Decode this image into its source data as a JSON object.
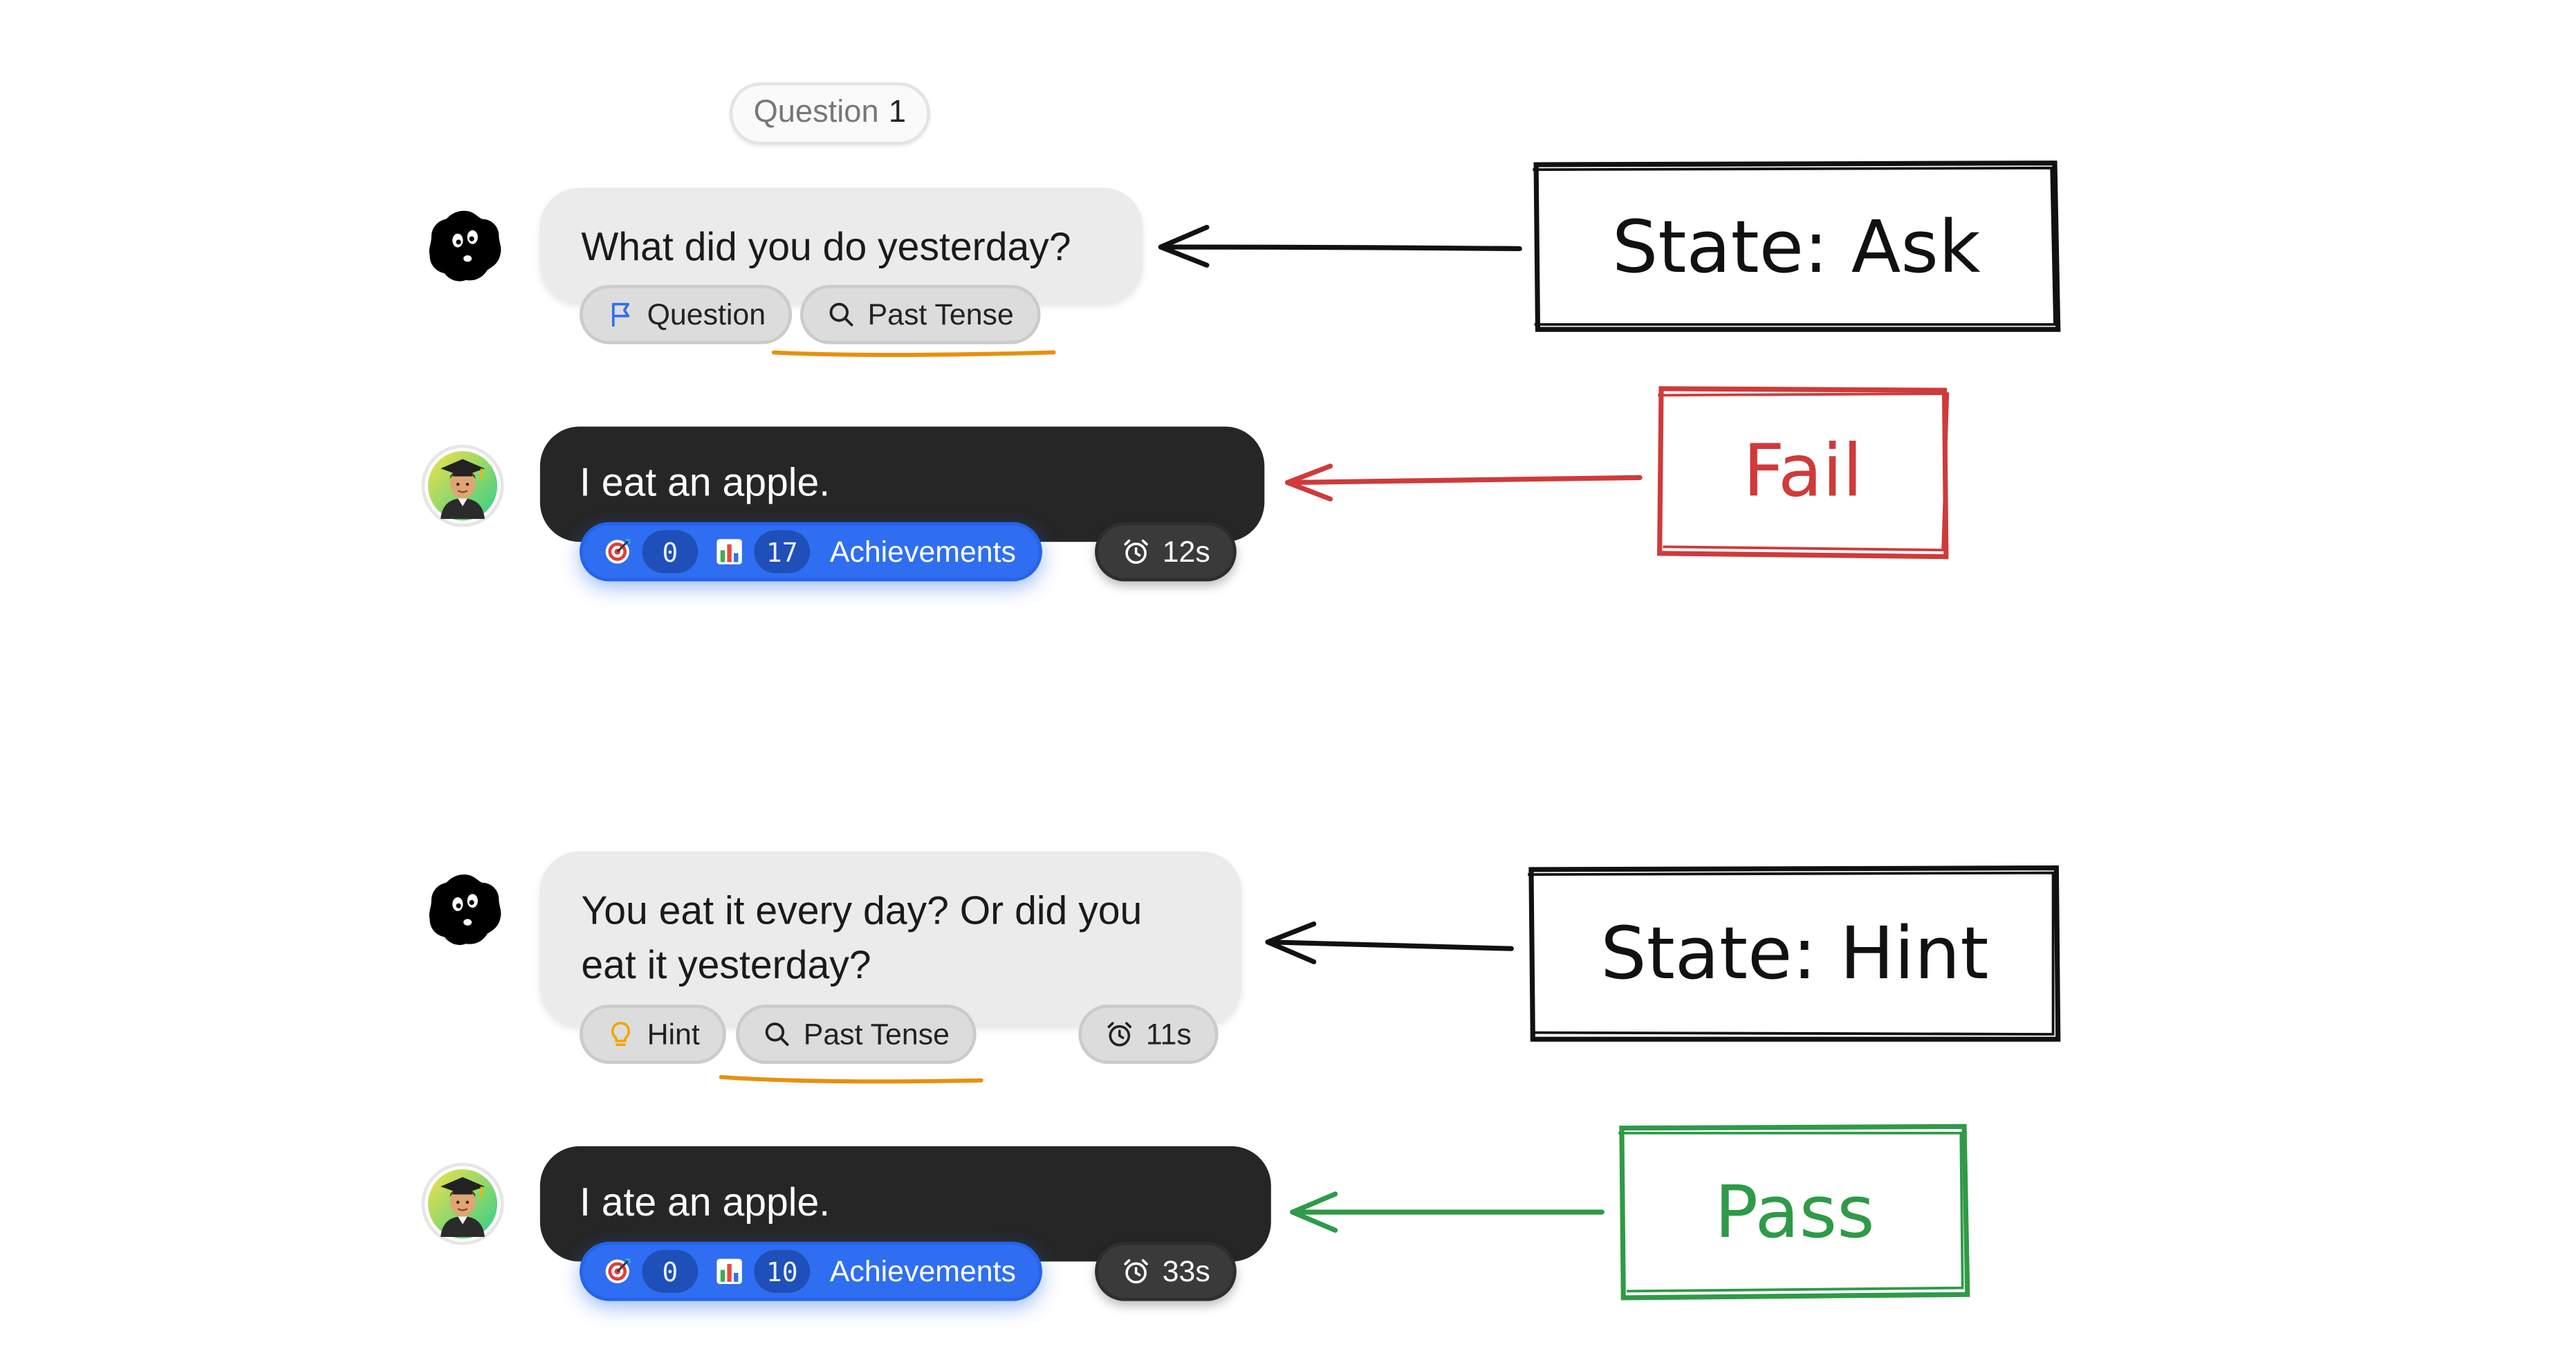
{
  "question_pill": {
    "label": "Question",
    "number": "1"
  },
  "messages": [
    {
      "text": "What did you do yesterday?",
      "chips": [
        "Question",
        "Past Tense"
      ]
    },
    {
      "text": "I eat an apple.",
      "score": "0",
      "stats": "17",
      "achievements_label": "Achievements",
      "time": "12s"
    },
    {
      "text": "You eat it every day? Or did you eat it yesterday?",
      "chips": [
        "Hint",
        "Past Tense"
      ],
      "time": "11s"
    },
    {
      "text": "I ate an apple.",
      "score": "0",
      "stats": "10",
      "achievements_label": "Achievements",
      "time": "33s"
    }
  ],
  "annotations": [
    {
      "label": "State: Ask",
      "color": "#111111"
    },
    {
      "label": "Fail",
      "color": "#d03a3a"
    },
    {
      "label": "State: Hint",
      "color": "#111111"
    },
    {
      "label": "Pass",
      "color": "#2f9a47"
    }
  ],
  "icons": {
    "bot": "bot-blob-icon",
    "user": "graduate-avatar-icon",
    "question": "flag-icon",
    "topic": "search-icon",
    "hint": "lightbulb-icon",
    "timer": "alarm-clock-icon",
    "score": "target-icon",
    "stats": "bar-chart-icon"
  },
  "colors": {
    "accent_blue": "#2f6ef0",
    "underline_orange": "#e8900c",
    "fail_red": "#d03a3a",
    "pass_green": "#2f9a47"
  }
}
